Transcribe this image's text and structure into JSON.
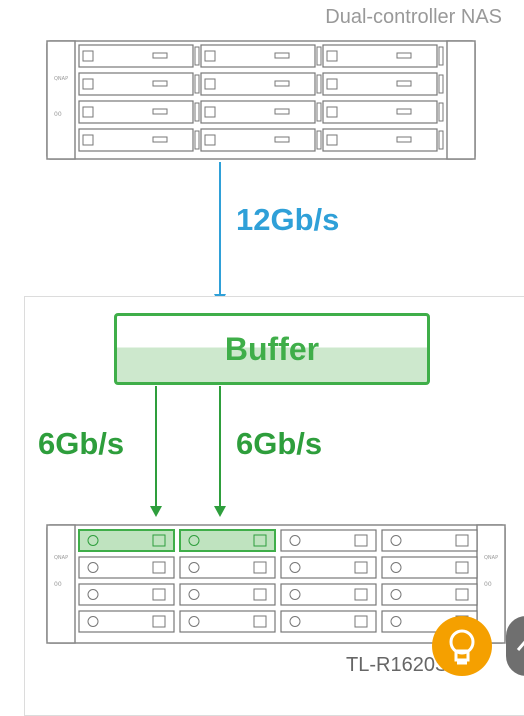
{
  "diagram": {
    "top_device_label": "Dual-controller NAS",
    "main_link_speed": "12Gb/s",
    "buffer_label": "Buffer",
    "left_link_speed": "6Gb/s",
    "right_link_speed": "6Gb/s",
    "bottom_device_label": "TL-R1620Sdc"
  },
  "colors": {
    "blue_link": "#2fa0d8",
    "green_accent": "#3fae49",
    "tips_button": "#f5a000",
    "side_button": "#6f6f6f"
  },
  "icons": {
    "tips": "lightbulb-icon",
    "side": "chevron-icon"
  }
}
